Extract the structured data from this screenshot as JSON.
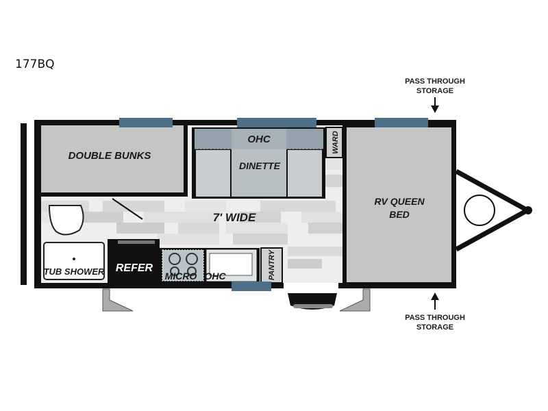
{
  "model": "177BQ",
  "labels": {
    "double_bunks": "DOUBLE BUNKS",
    "ohc_top": "OHC",
    "dinette": "DINETTE",
    "ward": "WARD",
    "width": "7' WIDE",
    "queen_1": "RV QUEEN",
    "queen_2": "BED",
    "tub_shower": "TUB SHOWER",
    "refer": "REFER",
    "micro": "MICRO",
    "ohc_bottom": "OHC",
    "pantry": "PANTRY",
    "storage_top_1": "PASS THROUGH",
    "storage_top_2": "STORAGE",
    "storage_bottom_1": "PASS THROUGH",
    "storage_bottom_2": "STORAGE"
  },
  "colors": {
    "wall": "#111111",
    "window": "#4e6f88",
    "floor_light": "#eeeeee",
    "floor_dark": "#cfcfcf",
    "room_gray": "#c5c5c3",
    "dinette_seat": "#c9cdcf",
    "ohc_fill": "#93a2ab"
  }
}
